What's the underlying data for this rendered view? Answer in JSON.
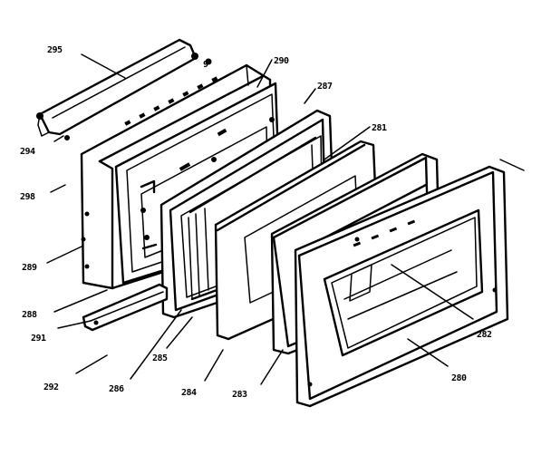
{
  "labels": {
    "l295": "295",
    "l290": "290",
    "l287": "287",
    "l281": "281",
    "l294": "294",
    "l298": "298",
    "l289": "289",
    "l288": "288",
    "l291": "291",
    "l292": "292",
    "l286": "286",
    "l285": "285",
    "l284": "284",
    "l283": "283",
    "l282": "282",
    "l280": "280",
    "l9": "9"
  }
}
